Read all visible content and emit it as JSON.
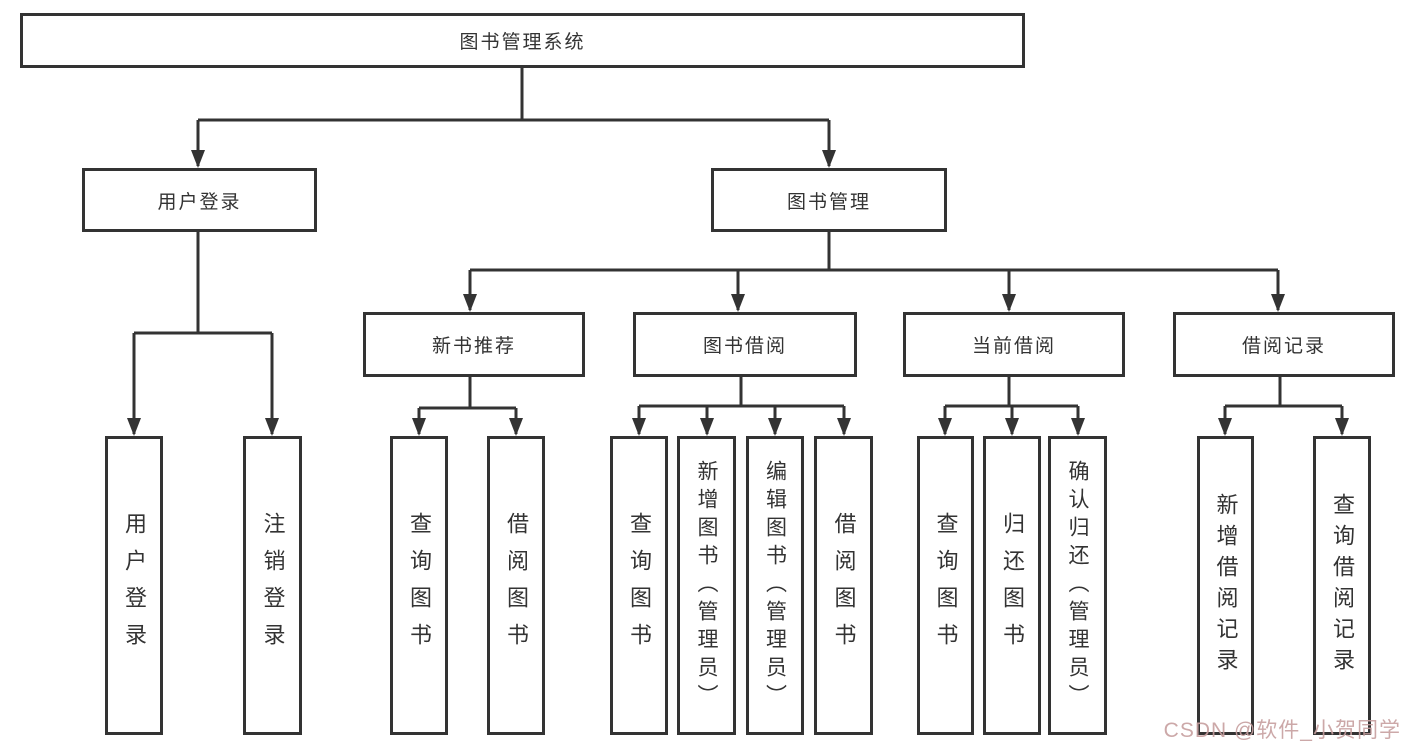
{
  "diagram": {
    "title": "图书管理系统",
    "branches": {
      "user_login": "用户登录",
      "book_mgmt": "图书管理"
    },
    "modules": {
      "new_book": "新书推荐",
      "book_borrow": "图书借阅",
      "current_borrow": "当前借阅",
      "borrow_record": "借阅记录"
    },
    "leaves": {
      "login": [
        "用户登录",
        "注销登录"
      ],
      "new_book": [
        "查询图书",
        "借阅图书"
      ],
      "book_borrow": [
        "查询图书",
        "新增图书（管理员）",
        "编辑图书（管理员）",
        "借阅图书"
      ],
      "current_borrow": [
        "查询图书",
        "归还图书",
        "确认归还（管理员）"
      ],
      "borrow_record": [
        "新增借阅记录",
        "查询借阅记录"
      ]
    }
  },
  "watermark": {
    "text": "CSDN @软件_小贺同学",
    "color": "#c69e9e"
  },
  "colors": {
    "line": "#333333",
    "box_border": "#333333",
    "text": "#333333",
    "background": "#ffffff"
  }
}
